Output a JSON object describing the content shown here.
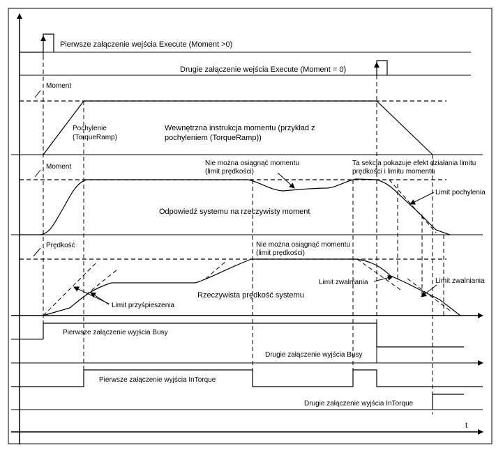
{
  "diagram": {
    "labels": {
      "execute_first": "Pierwsze załączenie wejścia Execute (Moment >0)",
      "execute_second": "Drugie załączenie wejścia Execute (Moment = 0)",
      "torque_axis_1": "Moment",
      "ramp_line1": "Pochylenie",
      "ramp_line2": "(TorqueRamp)",
      "internal_line1": "Wewnętrzna instrukcja momentu (przykład z",
      "internal_line2": "pochyleniem (TorqueRamp))",
      "torque_axis_2": "Moment",
      "no_torque_a_line1": "Nie można osiągnąć momentu",
      "no_torque_a_line2": "(limit prędkości)",
      "section_line1": "Ta sekcja pokazuje efekt działania limitu",
      "section_line2": "prędkości i limitu momentu",
      "slope_limit": "Limit pochylenia",
      "system_response": "Odpowiedź systemu na rzeczywisty moment",
      "speed_axis": "Prędkość",
      "no_torque_b_line1": "Nie można osiągnąć momentu",
      "no_torque_b_line2": "(limit prędkości)",
      "decel_limit_a": "Limit zwalniania",
      "decel_limit_b": "Limit zwalniania",
      "accel_limit": "Limit przyśpieszenia",
      "actual_speed": "Rzeczywista prędkość systemu",
      "busy_first": "Pierwsze załączenie wyjścia Busy",
      "busy_second": "Drugie załączenie wyjścia Busy",
      "intorque_first": "Pierwsze załączenie wyjścia InTorque",
      "intorque_second": "Drugie załączenie wyjścia InTorque",
      "time_axis": "t"
    }
  }
}
